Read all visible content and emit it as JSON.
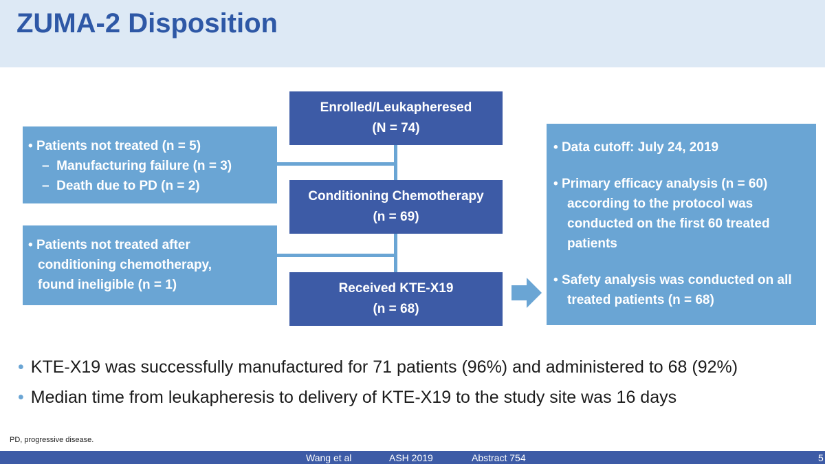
{
  "slide": {
    "title": "ZUMA-2 Disposition"
  },
  "flow": {
    "enrolled": {
      "line1": "Enrolled/Leukapheresed",
      "line2": "(N = 74)"
    },
    "conditioning": {
      "line1": "Conditioning Chemotherapy",
      "line2": "(n = 69)"
    },
    "received": {
      "line1": "Received KTE-X19",
      "line2": "(n = 68)"
    },
    "not_treated": {
      "main": "Patients not treated (n = 5)",
      "sub1": "Manufacturing failure (n = 3)",
      "sub2": "Death due to PD (n = 2)"
    },
    "ineligible": {
      "line1": "Patients not treated after",
      "line2": "conditioning chemotherapy,",
      "line3": "found ineligible (n = 1)"
    },
    "summary": {
      "cutoff": "Data cutoff: July 24, 2019",
      "efficacy_1": "Primary efficacy analysis (n = 60)",
      "efficacy_2": "according to the protocol was",
      "efficacy_3": "conducted on the first 60 treated",
      "efficacy_4": "patients",
      "safety_1": "Safety analysis was conducted on all",
      "safety_2": "treated patients (n = 68)"
    }
  },
  "bullets": [
    "KTE-X19 was successfully manufactured for 71 patients (96%) and administered to 68 (92%)",
    "Median time from leukapheresis to delivery of KTE-X19 to the study site was 16 days"
  ],
  "footnote": "PD, progressive disease.",
  "footer": {
    "author": "Wang et al",
    "meeting": "ASH 2019",
    "abstract": "Abstract 754",
    "page": "5"
  },
  "colors": {
    "title": "#2e58a6",
    "dark_box": "#3d5ba6",
    "light_box": "#6aa5d4",
    "header_bg": "#dde9f5"
  },
  "icons": {
    "bullet": "•",
    "dash": "–"
  }
}
